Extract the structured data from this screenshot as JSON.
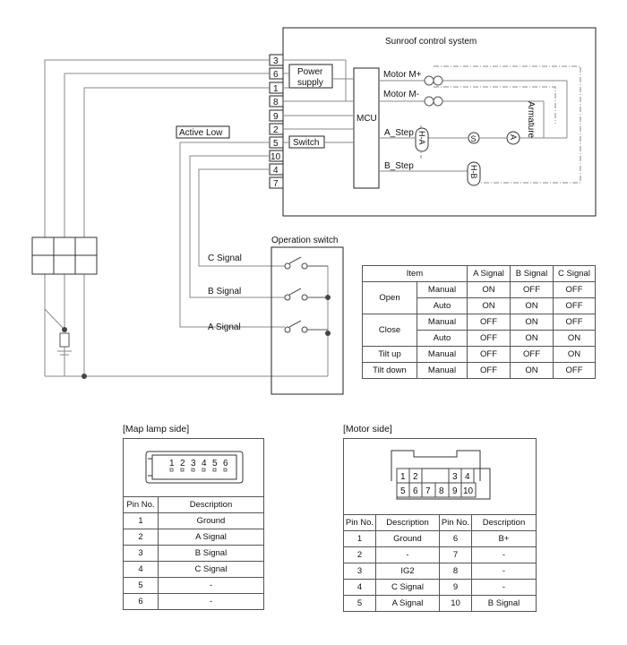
{
  "diagram": {
    "title": "Sunroof control system",
    "pins": [
      "3",
      "6",
      "1",
      "8",
      "9",
      "2",
      "5",
      "10",
      "4",
      "7"
    ],
    "power_supply": "Power supply",
    "switch_label": "Switch",
    "mcu": "MCU",
    "motor_plus": "Motor M+",
    "motor_minus": "Motor M-",
    "armature": "Armature",
    "a_step": "A_Step",
    "b_step": "B_Step",
    "ha": "H-A",
    "hb": "H-B",
    "sensor_s": "S",
    "motor_a": "A",
    "active_low": "Active Low",
    "operation_switch": "Operation switch",
    "c_signal": "C Signal",
    "b_signal": "B Signal",
    "a_signal": "A Signal"
  },
  "signal_table": {
    "headers": [
      "Item",
      "A Signal",
      "B Signal",
      "C Signal"
    ],
    "rows": [
      {
        "item": "Open",
        "mode": "Manual",
        "a": "ON",
        "b": "OFF",
        "c": "OFF"
      },
      {
        "item": "",
        "mode": "Auto",
        "a": "ON",
        "b": "ON",
        "c": "OFF"
      },
      {
        "item": "Close",
        "mode": "Manual",
        "a": "OFF",
        "b": "ON",
        "c": "OFF"
      },
      {
        "item": "",
        "mode": "Auto",
        "a": "OFF",
        "b": "ON",
        "c": "ON"
      },
      {
        "item": "Tilt up",
        "mode": "Manual",
        "a": "OFF",
        "b": "OFF",
        "c": "ON"
      },
      {
        "item": "Tilt down",
        "mode": "Manual",
        "a": "OFF",
        "b": "ON",
        "c": "OFF"
      }
    ]
  },
  "map_lamp": {
    "caption": "[Map lamp side]",
    "connector_pins": [
      "1",
      "2",
      "3",
      "4",
      "5",
      "6"
    ],
    "headers": [
      "Pin No.",
      "Description"
    ],
    "rows": [
      [
        "1",
        "Ground"
      ],
      [
        "2",
        "A Signal"
      ],
      [
        "3",
        "B Signal"
      ],
      [
        "4",
        "C Signal"
      ],
      [
        "5",
        "-"
      ],
      [
        "6",
        "-"
      ]
    ]
  },
  "motor_side": {
    "caption": "[Motor side]",
    "connector_top": [
      "1",
      "2",
      "",
      "3",
      "4"
    ],
    "connector_bottom": [
      "5",
      "6",
      "7",
      "8",
      "9",
      "10"
    ],
    "headers": [
      "Pin No.",
      "Description",
      "Pin No.",
      "Description"
    ],
    "rows": [
      [
        "1",
        "Ground",
        "6",
        "B+"
      ],
      [
        "2",
        "-",
        "7",
        "-"
      ],
      [
        "3",
        "IG2",
        "8",
        "-"
      ],
      [
        "4",
        "C Signal",
        "9",
        "-"
      ],
      [
        "5",
        "A Signal",
        "10",
        "B Signal"
      ]
    ]
  }
}
